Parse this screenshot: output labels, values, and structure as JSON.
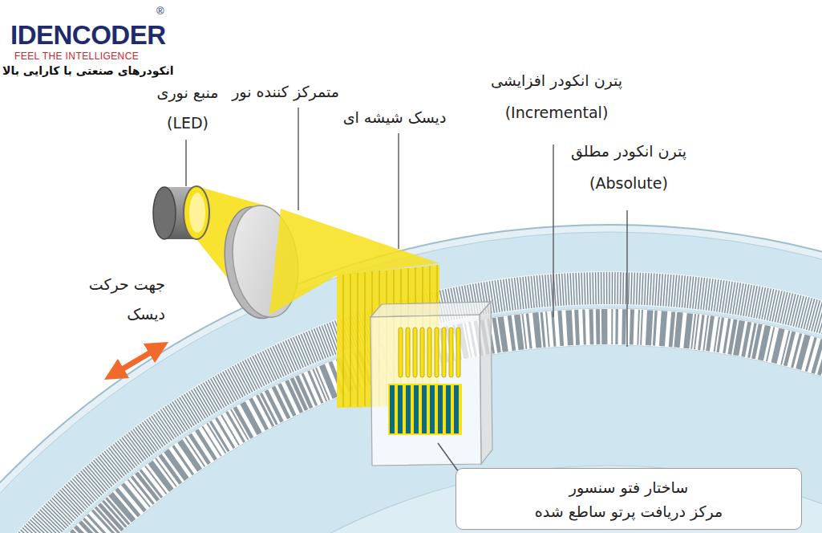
{
  "diagram": {
    "nodes": [
      {
        "text": [
          "ساختار فتو سنسور مرکز دریافت پرتو ساطع شده"
        ]
      }
    ],
    "labels": [
      "®",
      "IDENCODER",
      "FEEL THE INTELLIGENCE",
      "انکودرهای صنعتی با کارایی بالا",
      "منبع نوری (LED)",
      "متمرکز کننده نور",
      "دیسک شیشه ای",
      "پترن انکودر افزایشی (Incremental)",
      "پترن انکودر مطلق (Absolute)",
      "جهت حرکت دیسک"
    ]
  }
}
